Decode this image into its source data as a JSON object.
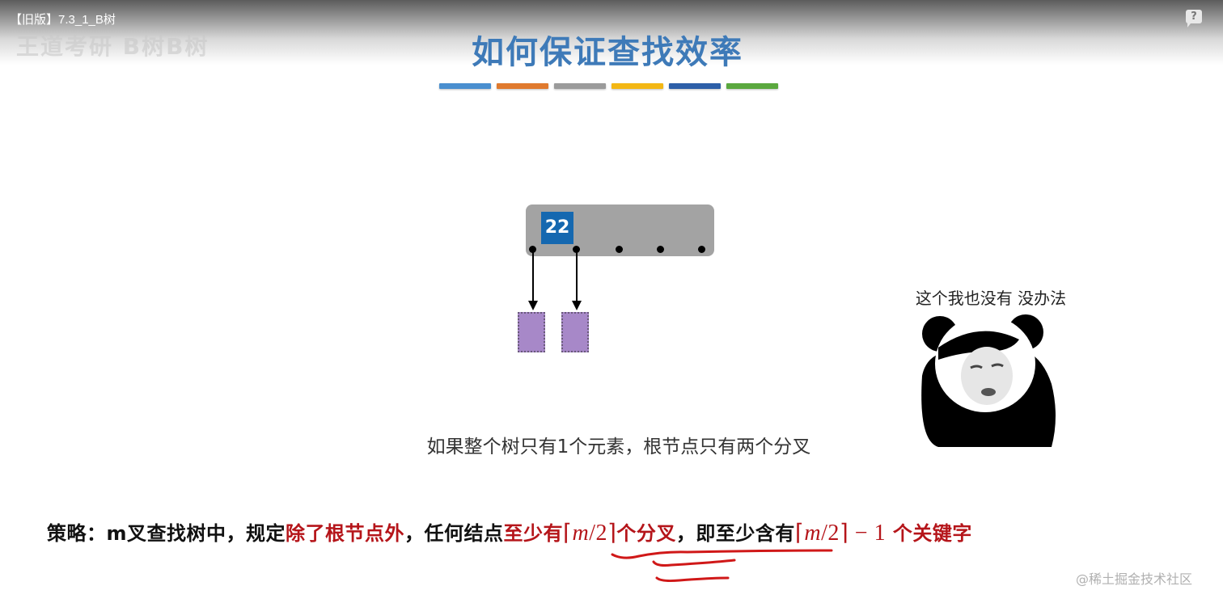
{
  "player": {
    "video_title": "【旧版】7.3_1_B树",
    "ghost_logo": "王道考研 B树B树",
    "help_icon": "?"
  },
  "slide": {
    "title": "如何保证查找效率",
    "title_color": "#3e7ab8",
    "decor_bars": [
      "#4a8fcf",
      "#e07a2e",
      "#9b9b9b",
      "#f3b714",
      "#2d5fa8",
      "#5aa83e"
    ],
    "diagram": {
      "node_keys": [
        "22"
      ],
      "pointer_count": 5,
      "children_count": 2,
      "node_color": "#a3a3a3",
      "key_color": "#1568b0",
      "child_color": "#a788c8"
    },
    "caption": "如果整个树只有1个元素，根节点只有两个分叉",
    "meme_text": "这个我也没有 没办法",
    "strategy": {
      "p1": "策略：m叉查找树中，规定",
      "p2": "除了根节点外",
      "p3": "，任何结点",
      "p4": "至少有",
      "m1_open": "⌈",
      "m1_var": "m",
      "m1_rest": "/2",
      "m1_close": "⌉",
      "p5": "个分叉",
      "p6": "，即至少含有",
      "m2_open": "⌈",
      "m2_var": "m",
      "m2_rest": "/2",
      "m2_close": "⌉ − 1",
      "p7": " 个关键字"
    }
  },
  "watermark": "@稀土掘金技术社区"
}
